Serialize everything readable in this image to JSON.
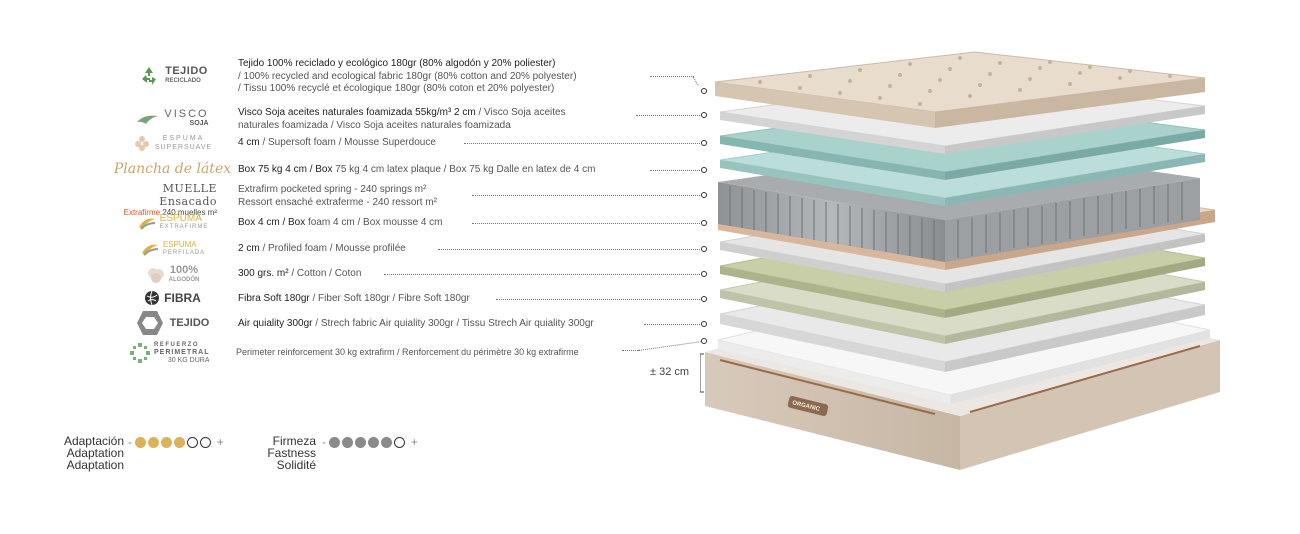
{
  "layers": [
    {
      "logo": "TEJIDO",
      "logo_sub": "RECICLADO",
      "icon": "recycle-icon",
      "text_bold": "Tejido 100% reciclado y ecológico 180gr (80% algodón y 20% poliester)",
      "text_line2": "/ 100% recycled and ecological fabric 180gr (80% cotton and 20% polyester)",
      "text_line3": "/ Tissu 100% recyclé et écologique 180gr (80% coton et 20% polyester)"
    },
    {
      "logo": "VISCO",
      "logo_sub": "SOJA",
      "icon": "leaf-icon",
      "text_bold": "Visco Soja aceites naturales foamizada 55kg/m³ 2 cm",
      "text_rest": " / Visco Soja aceites",
      "text_line2": "naturales foamizada / Visco Soja aceites naturales foamizada"
    },
    {
      "logo": "ESPUMA",
      "logo_sub": "SUPERSUAVE",
      "icon": "flower-icon",
      "text_bold": "4 cm",
      "text_rest": " / Supersoft foam / Mousse Superdouce"
    },
    {
      "logo": "Plancha de látex",
      "text_bold": "Box 75 kg 4 cm / Box",
      "text_rest": " 75 kg 4 cm latex plaque / Box 75 kg Dalle en latex de 4 cm"
    },
    {
      "logo": "MUELLE Ensacado",
      "logo_sub_a": "Extrafirme",
      "logo_sub_b": "240 muelles m²",
      "text_line1": "Extrafirm pocketed spring  - 240 springs m²",
      "text_line2": "Ressort ensaché extraferme - 240 ressort  m²"
    },
    {
      "logo": "ESPUMA",
      "logo_sub": "EXTRAFIRME",
      "icon": "wave-icon",
      "text_bold": "Box 4 cm / Box",
      "text_rest": " foam 4 cm / Box mousse 4 cm"
    },
    {
      "logo": "ESPUMA",
      "logo_sub": "PERFILADA",
      "icon": "wave-icon",
      "text_bold": "2 cm",
      "text_rest": " / Profiled foam / Mousse profilée"
    },
    {
      "logo": "100%",
      "logo_sub": "ALGODÓN",
      "icon": "cotton-icon",
      "text_bold": "300 grs. m²",
      "text_rest": " / Cotton / Coton"
    },
    {
      "logo": "FIBRA",
      "icon": "globe-icon",
      "text_bold": "Fibra Soft 180gr",
      "text_rest": " / Fiber Soft 180gr / Fibre Soft 180gr"
    },
    {
      "logo": "TEJIDO",
      "icon": "hexagon-icon",
      "text_bold": "Air quiality 300gr",
      "text_rest": " / Strech fabric Air quiality 300gr / Tissu Strech Air quiality 300gr"
    },
    {
      "logo": "REFUERZO",
      "logo_sub": "PERIMETRAL",
      "logo_sub2": "30 KG DURA",
      "icon": "perimeter-icon",
      "text_line1": "Perimeter reinforcement 30 kg extrafirm / Renforcement du périmètre 30 kg extrafirme"
    }
  ],
  "height_label": "± 32 cm",
  "brand_label": "ORGANIC",
  "ratings": {
    "adaptation": {
      "labels": [
        "Adaptación",
        "Adaptation",
        "Adaptation"
      ],
      "minus": "-",
      "plus": "+",
      "filled": 4,
      "total": 6,
      "color": "#d9b25a"
    },
    "firmness": {
      "labels": [
        "Firmeza",
        "Fastness",
        "Solidité"
      ],
      "minus": "-",
      "plus": "+",
      "filled": 5,
      "total": 6,
      "color": "#8a8a8a"
    }
  }
}
